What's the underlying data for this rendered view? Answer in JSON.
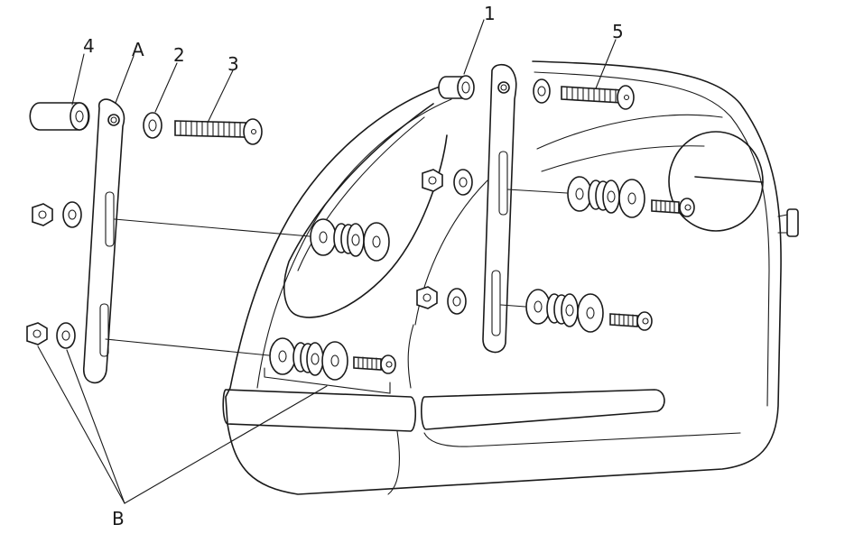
{
  "callouts": {
    "label_1": "1",
    "label_2": "2",
    "label_3": "3",
    "label_4": "4",
    "label_5": "5",
    "label_a": "A",
    "label_b": "B"
  }
}
